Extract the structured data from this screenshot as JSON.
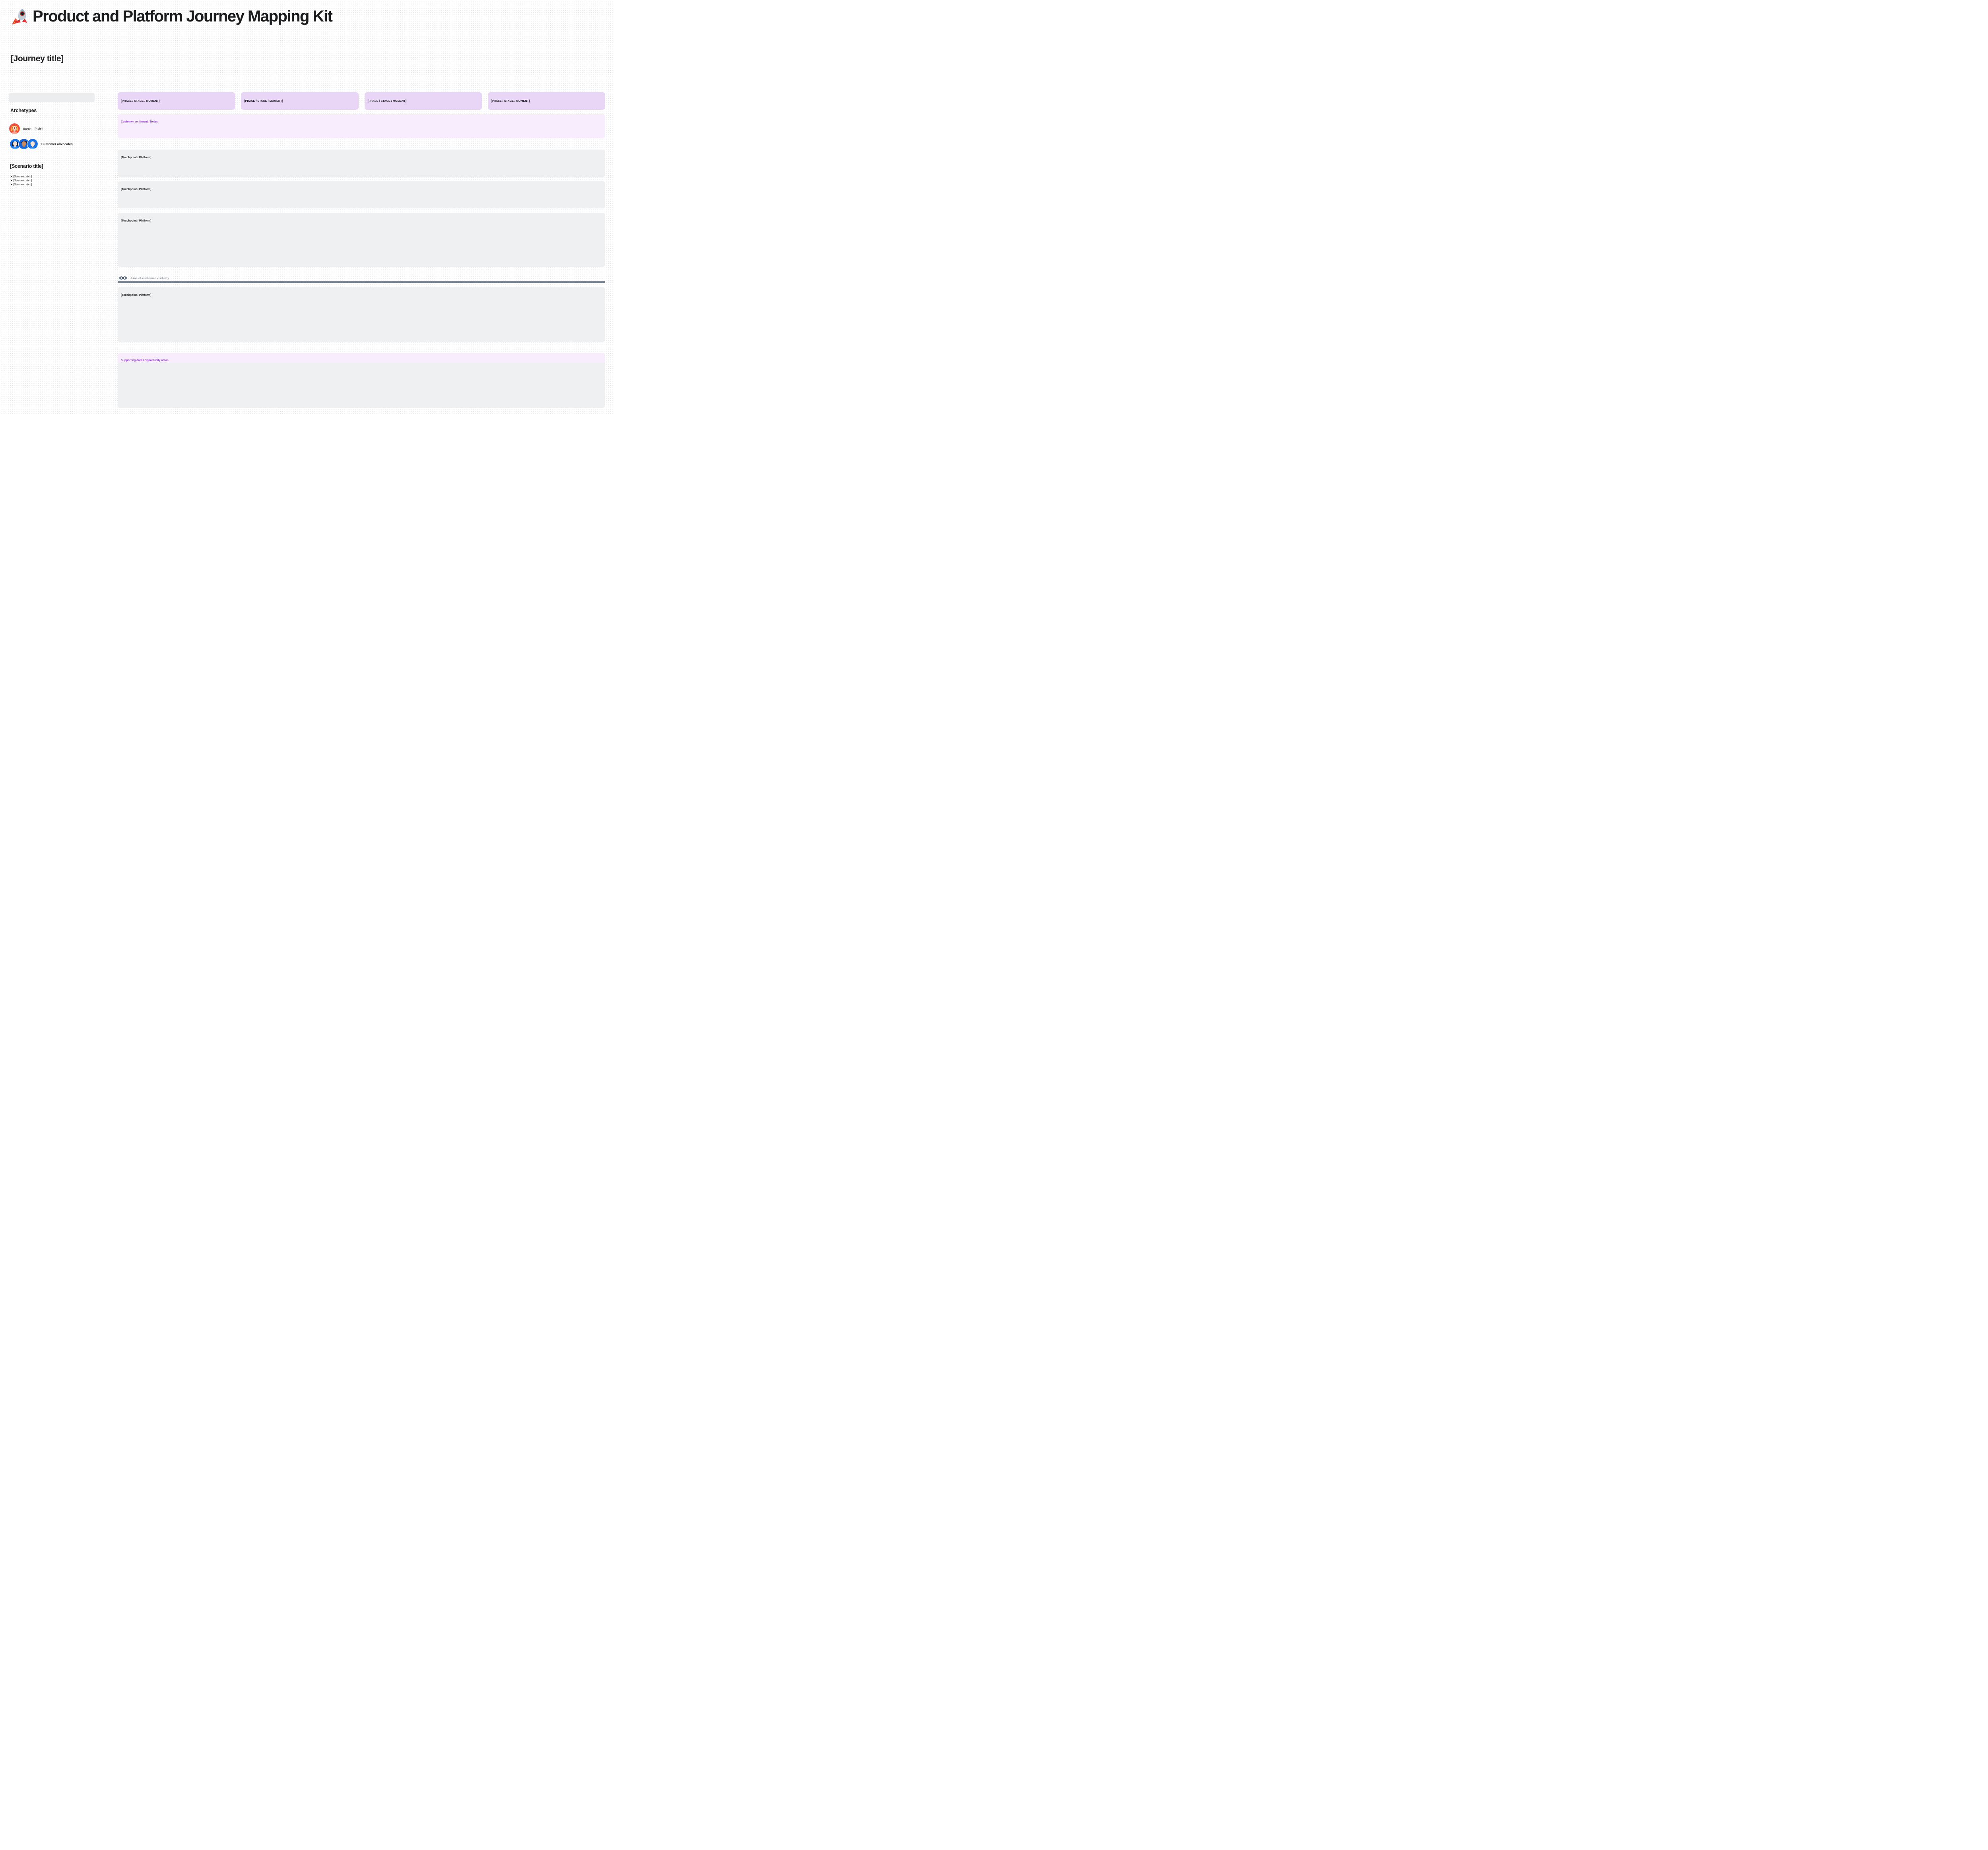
{
  "header": {
    "title": "Product and Platform Journey Mapping Kit",
    "icon": "rocket"
  },
  "journey": {
    "title": "[Journey title]"
  },
  "sidebar": {
    "archetypes_heading": "Archetypes",
    "persona": {
      "name": "Sarah",
      "role_suffix": " – [Role]"
    },
    "advocates_label": "Customer advocates",
    "scenario_heading": "[Scenario title]",
    "scenario_steps": [
      "[Scenario step]",
      "[Scenario step]",
      "[Scenario step]"
    ]
  },
  "journey_map": {
    "phases": [
      "[PHASE / STAGE / MOMENT]",
      "[PHASE / STAGE / MOMENT]",
      "[PHASE / STAGE / MOMENT]",
      "[PHASE / STAGE / MOMENT]"
    ],
    "sentiment_label": "Customer sentiment / Notes",
    "touchpoint_labels": [
      "[Touchpoint / Platform]",
      "[Touchpoint / Platform]",
      "[Touchpoint / Platform]",
      "[Touchpoint / Platform]"
    ],
    "visibility_label": "Line of customer visibility",
    "supporting_label": "Supporting data / Opportunity areas"
  },
  "colors": {
    "phase_box": "#E9D6F7",
    "purple_panel": "#F8EDFC",
    "purple_text": "#8A3FC0",
    "gray_box": "#EFF0F1",
    "input_gray": "#ECEDEF",
    "visibility_bar": "#79828F",
    "visibility_text": "#8E959F",
    "text_dark": "#1D1E20",
    "persona_avatar_bg": "#F2503C",
    "advocate_avatar_bg": "#1672E6"
  }
}
